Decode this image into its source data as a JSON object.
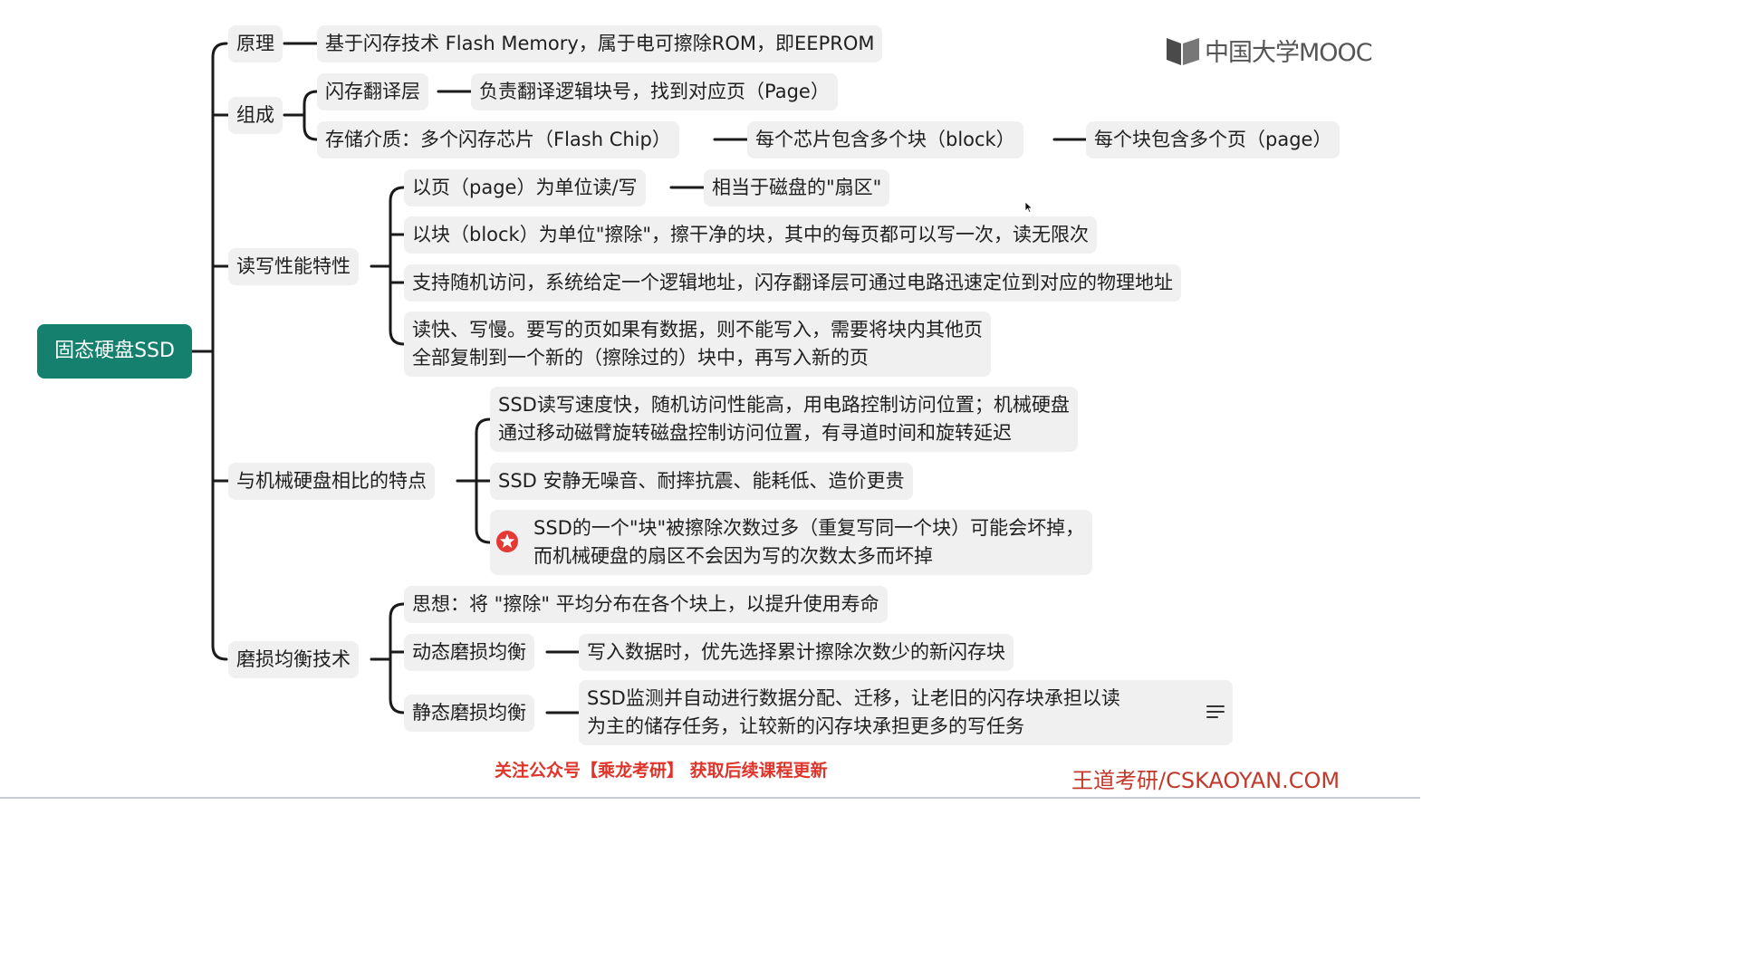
{
  "brand": {
    "name": "中国大学MOOC"
  },
  "root": {
    "label": "固态硬盘SSD"
  },
  "branches": {
    "principle": {
      "label": "原理",
      "detail": "基于闪存技术 Flash Memory，属于电可擦除ROM，即EEPROM"
    },
    "composition": {
      "label": "组成",
      "ftl": {
        "label": "闪存翻译层",
        "detail": "负责翻译逻辑块号，找到对应页（Page）"
      },
      "media": {
        "label": "存储介质：多个闪存芯片（Flash Chip）",
        "chip": "每个芯片包含多个块（block）",
        "block": "每个块包含多个页（page）"
      }
    },
    "rw_features": {
      "label": "读写性能特性",
      "page_rw": {
        "label": "以页（page）为单位读/写",
        "detail": "相当于磁盘的\"扇区\""
      },
      "block_erase": "以块（block）为单位\"擦除\"，擦干净的块，其中的每页都可以写一次，读无限次",
      "random_access": "支持随机访问，系统给定一个逻辑地址，闪存翻译层可通过电路迅速定位到对应的物理地址",
      "read_fast": {
        "line1": "读快、写慢。要写的页如果有数据，则不能写入，需要将块内其他页",
        "line2": "全部复制到一个新的（擦除过的）块中，再写入新的页"
      }
    },
    "vs_hdd": {
      "label": "与机械硬盘相比的特点",
      "speed": {
        "line1": "SSD读写速度快，随机访问性能高，用电路控制访问位置；机械硬盘",
        "line2": "通过移动磁臂旋转磁盘控制访问位置，有寻道时间和旋转延迟"
      },
      "quiet": "SSD 安静无噪音、耐摔抗震、能耗低、造价更贵",
      "wear": {
        "line1": "SSD的一个\"块\"被擦除次数过多（重复写同一个块）可能会坏掉，",
        "line2": "而机械硬盘的扇区不会因为写的次数太多而坏掉"
      }
    },
    "wear_leveling": {
      "label": "磨损均衡技术",
      "idea": "思想：将 \"擦除\" 平均分布在各个块上，以提升使用寿命",
      "dynamic": {
        "label": "动态磨损均衡",
        "detail": "写入数据时，优先选择累计擦除次数少的新闪存块"
      },
      "static": {
        "label": "静态磨损均衡",
        "line1": "SSD监测并自动进行数据分配、迁移，让老旧的闪存块承担以读",
        "line2": "为主的储存任务，让较新的闪存块承担更多的写任务"
      }
    }
  },
  "footer": {
    "promo": "关注公众号【乘龙考研】 获取后续课程更新",
    "watermark": "王道考研/CSKAOYAN.COM"
  },
  "icons": {
    "logo": "mooc-book-logo",
    "important": "red-star-badge-icon",
    "notes": "menu-lines-icon",
    "cursor": "mouse-pointer-icon"
  },
  "colors": {
    "root_bg": "#15806e",
    "node_bg": "#f0f0f0",
    "connector": "#1a1a1a",
    "promo_text": "#e0342a",
    "star_badge": "#e53935"
  }
}
